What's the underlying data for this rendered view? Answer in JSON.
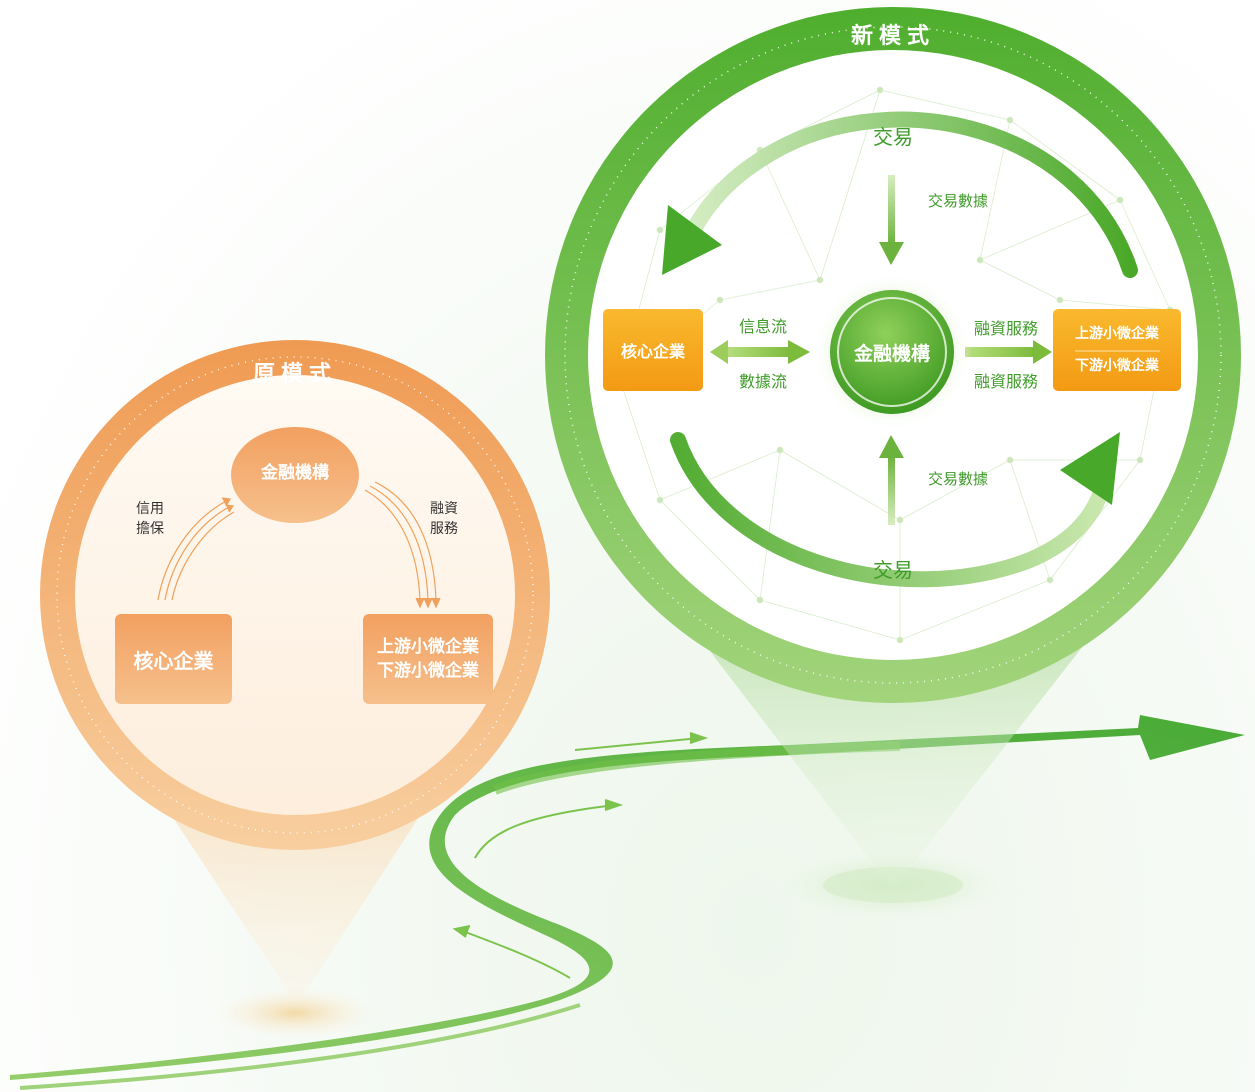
{
  "old_model": {
    "title": "原模式",
    "center": "金融機構",
    "core": "核心企業",
    "sme_upstream": "上游小微企業",
    "sme_downstream": "下游小微企業",
    "credit_line1": "信用",
    "credit_line2": "擔保",
    "finance_line1": "融資",
    "finance_line2": "服務"
  },
  "new_model": {
    "title": "新模式",
    "center": "金融機構",
    "core": "核心企業",
    "sme_upstream": "上游小微企業",
    "sme_downstream": "下游小微企業",
    "trade_top": "交易",
    "trade_bottom": "交易",
    "trade_data_top": "交易數據",
    "trade_data_bottom": "交易數據",
    "info_flow": "信息流",
    "data_flow": "數據流",
    "finance_service_top": "融資服務",
    "finance_service_bottom": "融資服務"
  },
  "colors": {
    "orange_ring": "#f0a564",
    "orange_box": "#f2a868",
    "green_ring": "#5cb83a",
    "green_dark": "#3f9b2a",
    "yellow_box": "#f6a71e"
  }
}
